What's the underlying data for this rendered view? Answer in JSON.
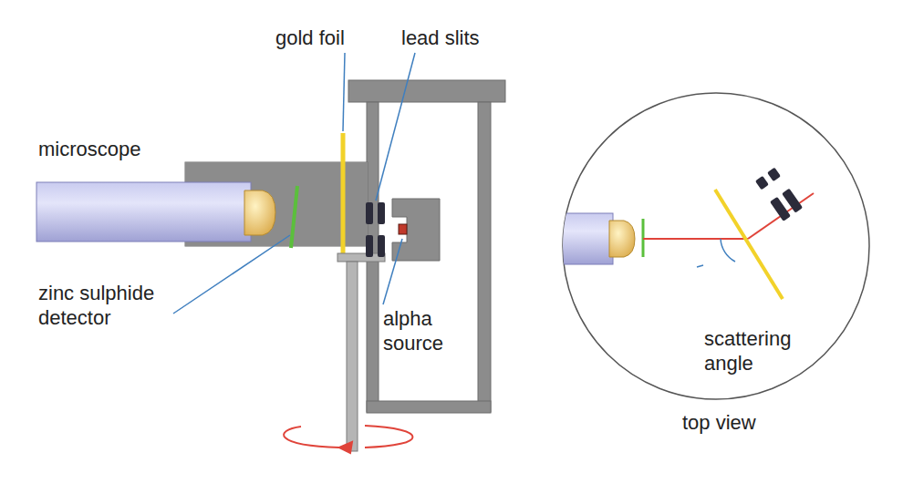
{
  "diagram": {
    "labels": [
      "gold foil",
      "lead slits",
      "microscope",
      "zinc sulphide detector",
      "alpha source",
      "scattering angle",
      "top view"
    ]
  }
}
